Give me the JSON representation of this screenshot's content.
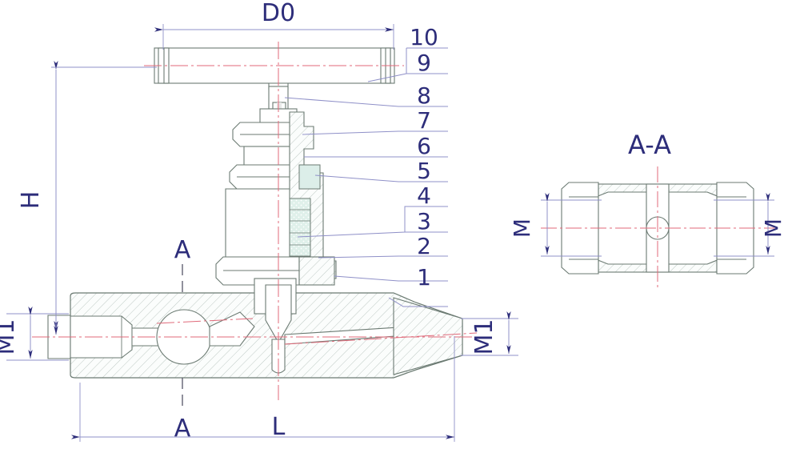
{
  "drawing": {
    "type": "needle-valve-assembly-technical-drawing",
    "section_view_title": "A-A",
    "dimensions": {
      "handle_width": "D0",
      "overall_height": "H",
      "overall_length": "L",
      "port_thread_left": "M1",
      "port_thread_right": "M1",
      "section_thread_left": "M",
      "section_thread_right": "M"
    },
    "section_marks": {
      "top": "A",
      "bottom": "A"
    },
    "callouts": [
      {
        "id": "10",
        "label": "10"
      },
      {
        "id": "9",
        "label": "9"
      },
      {
        "id": "8",
        "label": "8"
      },
      {
        "id": "7",
        "label": "7"
      },
      {
        "id": "6",
        "label": "6"
      },
      {
        "id": "5",
        "label": "5"
      },
      {
        "id": "4",
        "label": "4"
      },
      {
        "id": "3",
        "label": "3"
      },
      {
        "id": "2",
        "label": "2"
      },
      {
        "id": "1",
        "label": "1"
      }
    ],
    "colors": {
      "outline": "#6b7a72",
      "hatch": "#b9c4bf",
      "centerline": "#e06a7a",
      "dimension": "#8f90c8",
      "arrow": "#2d2d7a",
      "text": "#2d2d7a",
      "leader": "#8f90c8",
      "packing_fill": "#d8ece6",
      "background": "#ffffff"
    }
  }
}
